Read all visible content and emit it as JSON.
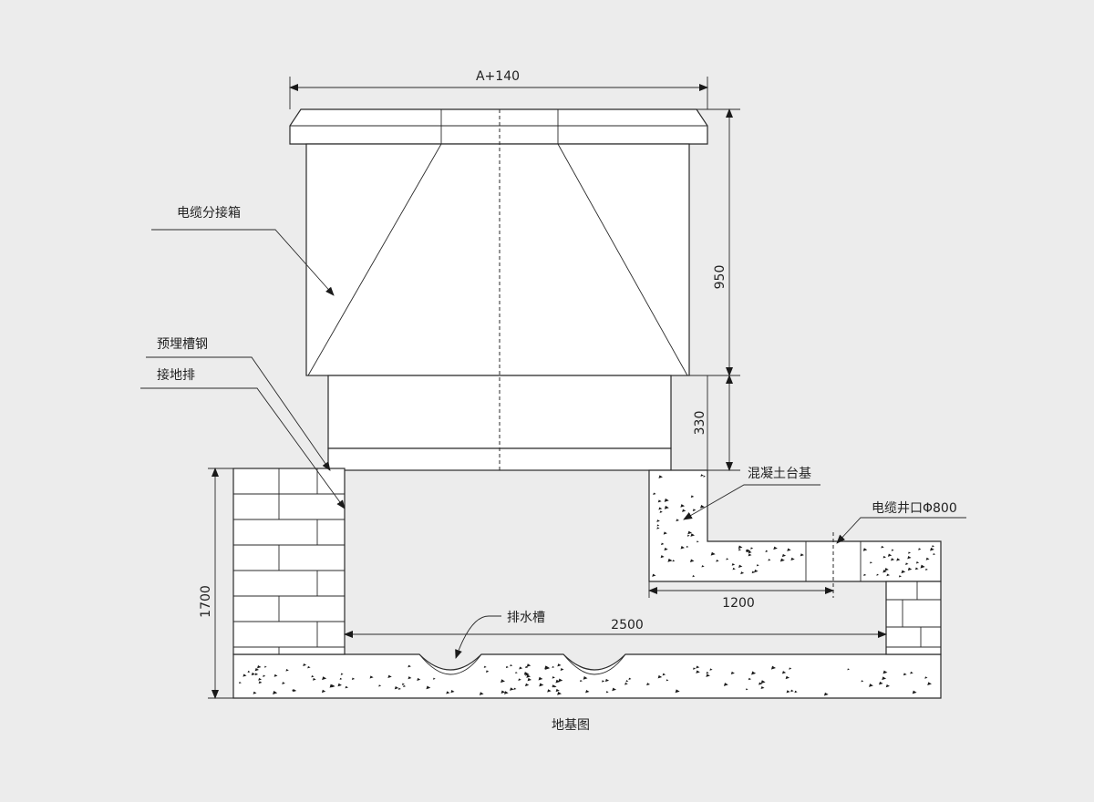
{
  "labels": {
    "cable_box": "电缆分接箱",
    "channel_steel": "预埋槽钢",
    "ground_bar": "接地排",
    "concrete_base": "混凝土台基",
    "cable_well": "电缆井口Φ800",
    "drain": "排水槽",
    "caption": "地基图"
  },
  "dimensions": {
    "top_width": "A+140",
    "box_height": "950",
    "base_height": "330",
    "total_depth": "1700",
    "inner_width": "2500",
    "well_offset": "1200"
  },
  "colors": {
    "background": "#ececec",
    "line": "#2a2a2a",
    "fill": "#ffffff"
  }
}
